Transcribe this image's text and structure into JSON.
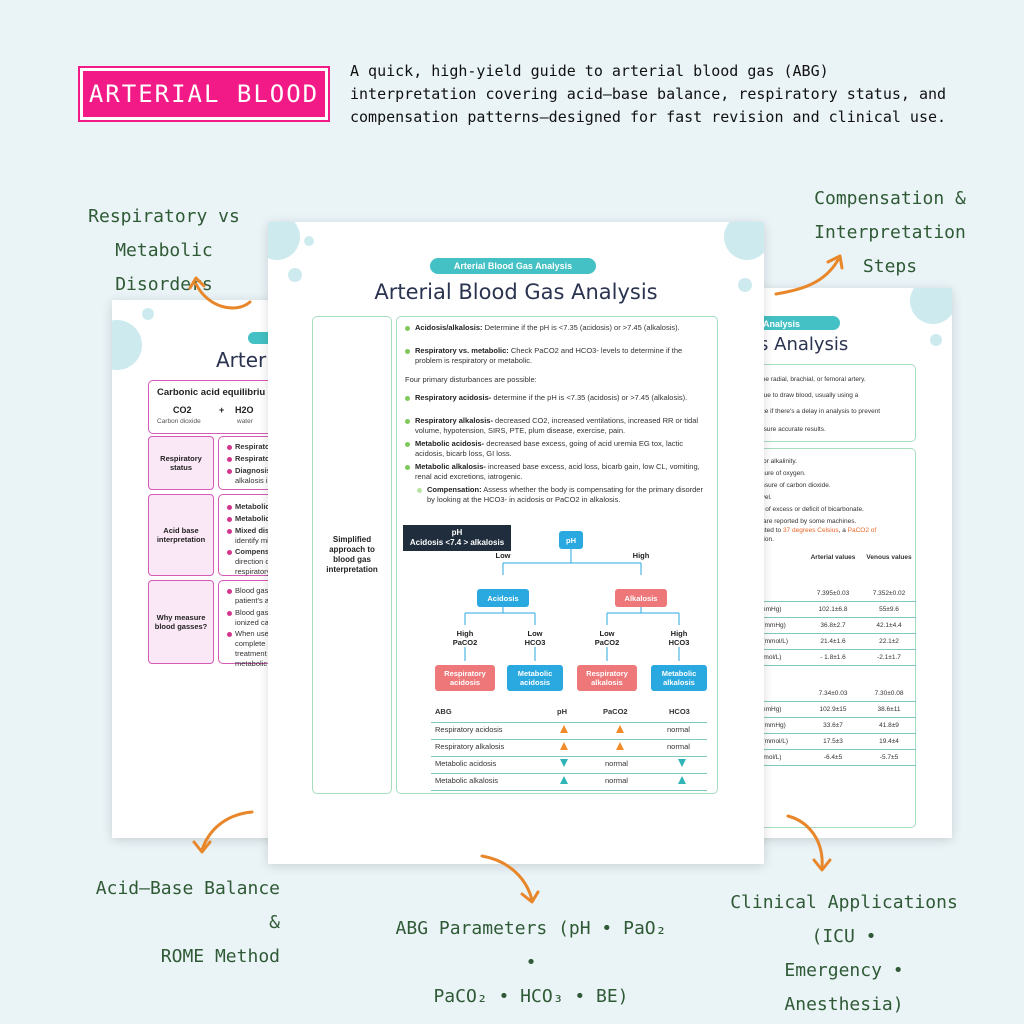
{
  "badge": "ARTERIAL BLOOD",
  "intro": "A quick, high-yield guide to arterial blood gas (ABG) interpretation covering acid–base balance, respiratory status, and compensation patterns—designed for fast revision and clinical use.",
  "callouts": {
    "resp_vs_met": [
      "Respiratory vs",
      "Metabolic Disorders"
    ],
    "compensation": [
      "Compensation &",
      "Interpretation Steps"
    ],
    "acid_base": [
      "Acid–Base Balance &",
      "ROME Method"
    ],
    "parameters": [
      "ABG Parameters (pH • PaO₂ •",
      "PaCO₂ • HCO₃ • BE)"
    ],
    "clinical": [
      "Clinical Applications (ICU •",
      "Emergency • Anesthesia)"
    ]
  },
  "colors": {
    "pink": "#f21a86",
    "teal": "#44c1c4",
    "green_text": "#2f5a35",
    "blue_node": "#2aa9e0",
    "red_node": "#ee7779"
  },
  "left_sheet": {
    "heading": "Arteria",
    "eq_title": "Carbonic acid equilibriu",
    "eq_terms": [
      {
        "sym": "CO2",
        "name": "Carbon dioxide"
      },
      {
        "sym": "+",
        "name": ""
      },
      {
        "sym": "H2O",
        "name": "water"
      }
    ],
    "rows": [
      {
        "label": "Respiratory status",
        "items": [
          "Respirator",
          "Respirator",
          "Diagnosis:",
          "alkalosis in"
        ]
      },
      {
        "label": "Acid base interpretation",
        "items": [
          "Metabolic",
          "Metabolic",
          "Mixed diso",
          "identify mi",
          "Compensa",
          "direction o",
          "respiratory"
        ]
      },
      {
        "label": "Why measure blood gasses?",
        "items": [
          "Blood gas",
          "patient's a",
          "Blood gase",
          "ionized cal",
          "When used",
          "complete b",
          "treatment",
          "metabolic"
        ]
      }
    ]
  },
  "right_sheet": {
    "pill": "Analysis",
    "heading": "as Analysis",
    "top_lines": [
      "the radial, brachial, or femoral artery.",
      "que to draw blood, usually using a",
      "ice if there's a delay in analysis to prevent",
      "nsure accurate results."
    ],
    "mid_lines": [
      "y or alkalinity.",
      "ssure of oxygen.",
      "essure of carbon dioxide.",
      "evel.",
      "nt of excess or deficit of bicarbonate.",
      "s are reported by some machines.",
      "ected to ",
      "37 degrees Celsius",
      ", a ",
      "PaCO2 of",
      "ation."
    ],
    "col_headers": [
      "Arterial values",
      "Venous values"
    ],
    "table1": [
      {
        "label": "s¹",
        "art": "",
        "ven": ""
      },
      {
        "label": "",
        "art": "7.395±0.03",
        "ven": "7.352±0.02"
      },
      {
        "label": "(mmHg)",
        "art": "102.1±6.8",
        "ven": "55±9.6"
      },
      {
        "label": "₂ (mmHg)",
        "art": "36.8±2.7",
        "ven": "42.1±4.4"
      },
      {
        "label": "₃ (mmol/L)",
        "art": "21.4±1.6",
        "ven": "22.1±2"
      },
      {
        "label": "mmol/L)",
        "art": "- 1.8±1.6",
        "ven": "-2.1±1.7"
      }
    ],
    "table2": [
      {
        "label": "s²",
        "art": "",
        "ven": ""
      },
      {
        "label": "",
        "art": "7.34±0.03",
        "ven": "7.30±0.08"
      },
      {
        "label": "(mmHg)",
        "art": "102.9±15",
        "ven": "38.6±11"
      },
      {
        "label": "₂ (mmHg)",
        "art": "33.6±7",
        "ven": "41.8±9"
      },
      {
        "label": "₃ (mmol/L)",
        "art": "17.5±3",
        "ven": "19.4±4"
      },
      {
        "label": "mmol/L)",
        "art": "-6.4±5",
        "ven": "-5.7±5"
      }
    ]
  },
  "center_sheet": {
    "pill": "Arterial Blood Gas Analysis",
    "heading": "Arterial Blood Gas Analysis",
    "side_label": "Simplified approach to blood gas interpretation",
    "bullets1": [
      {
        "b": "Acidosis/alkalosis:",
        "t": " Determine if the pH is <7.35 (acidosis) or >7.45 (alkalosis)."
      },
      {
        "b": "Respiratory vs. metabolic:",
        "t": " Check PaCO2 and HCO3- levels to determine if the problem is respiratory or metabolic."
      }
    ],
    "four_primary": "Four primary disturbances are possible:",
    "bullets2": [
      {
        "b": "Respiratory acidosis-",
        "t": " determine if the pH is <7.35 (acidosis) or >7.45 (alkalosis)."
      },
      {
        "b": "Respiratory alkalosis-",
        "t": " decreased CO2, increased ventilations, increased RR or tidal volume, hypotension, SIRS, PTE, plum disease, exercise, pain."
      },
      {
        "b": "Metabolic acidosis-",
        "t": " decreased base excess, going of acid uremia EG tox, lactic acidosis, bicarb loss, GI loss."
      },
      {
        "b": "Metabolic alkalosis-",
        "t": " increased base excess, acid loss, bicarb gain, low CL, vomiting, renal acid excretions, iatrogenic."
      }
    ],
    "compensation": {
      "b": "Compensation:",
      "t": " Assess whether the body is compensating for the primary disorder by looking at the HCO3- in acidosis or PaCO2 in alkalosis."
    },
    "ph_box": [
      "pH",
      "Acidosis <7.4 > alkalosis"
    ],
    "flow": {
      "root": "pH",
      "low": "Low",
      "high": "High",
      "acidosis": "Acidosis",
      "alkalosis": "Alkalosis",
      "high_paco2": [
        "High",
        "PaCO2"
      ],
      "low_hco3": [
        "Low",
        "HCO3"
      ],
      "low_paco2": [
        "Low",
        "PaCO2"
      ],
      "high_hco3": [
        "High",
        "HCO3"
      ],
      "resp_acid": [
        "Respiratory",
        "acidosis"
      ],
      "met_acid": [
        "Metabolic",
        "acidosis"
      ],
      "resp_alk": [
        "Respiratory",
        "alkalosis"
      ],
      "met_alk": [
        "Metabolic",
        "alkalosis"
      ]
    },
    "table": {
      "headers": [
        "ABG",
        "pH",
        "PaCO2",
        "HCO3"
      ],
      "rows": [
        {
          "name": "Respiratory acidosis",
          "ph": "up",
          "paco2": "up",
          "hco3": "normal"
        },
        {
          "name": "Respiratory alkalosis",
          "ph": "up",
          "paco2": "up",
          "hco3": "normal"
        },
        {
          "name": "Metabolic acidosis",
          "ph": "down",
          "paco2": "normal",
          "hco3": "down"
        },
        {
          "name": "Metabolic alkalosis",
          "ph": "up",
          "paco2": "normal",
          "hco3": "up"
        }
      ]
    }
  }
}
